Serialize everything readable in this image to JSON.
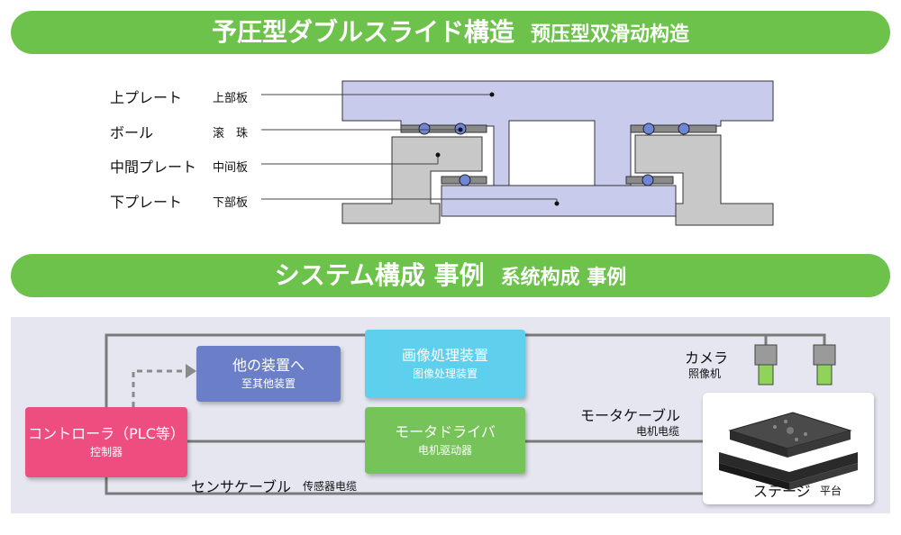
{
  "banners": {
    "structure": {
      "jp": "予圧型ダブルスライド構造",
      "cn": "预压型双滑动构造"
    },
    "system": {
      "jp": "システム構成 事例",
      "cn": "系统构成 事例"
    }
  },
  "parts": [
    {
      "jp": "上プレート",
      "cn": "上部板"
    },
    {
      "jp": "ボール",
      "cn": "滚　珠"
    },
    {
      "jp": "中間プレート",
      "cn": "中间板"
    },
    {
      "jp": "下プレート",
      "cn": "下部板"
    }
  ],
  "system": {
    "other": {
      "jp": "他の装置へ",
      "cn": "至其他装置"
    },
    "image": {
      "jp": "画像処理装置",
      "cn": "图像处理装置"
    },
    "motor": {
      "jp": "モータドライバ",
      "cn": "电机驱动器"
    },
    "controller": {
      "jp": "コントローラ（PLC等）",
      "cn": "控制器"
    },
    "camera": {
      "jp": "カメラ",
      "cn": "照像机"
    },
    "motor_cable": {
      "jp": "モータケーブル",
      "cn": "电机电缆"
    },
    "sensor_cable": {
      "jp": "センサケーブル",
      "cn": "传感器电缆"
    },
    "stage": {
      "jp": "ステージ",
      "cn": "平台"
    }
  },
  "colors": {
    "banner": "#6cc24a",
    "plate_top_bottom": "#c9cbec",
    "plate_mid": "#c8c8c8",
    "ball": "#6f86d2",
    "controller": "#ed4e7f",
    "image": "#5ecfec",
    "motor": "#76c35a",
    "other": "#6b7fc8",
    "camera_lens": "#8fd35a"
  }
}
